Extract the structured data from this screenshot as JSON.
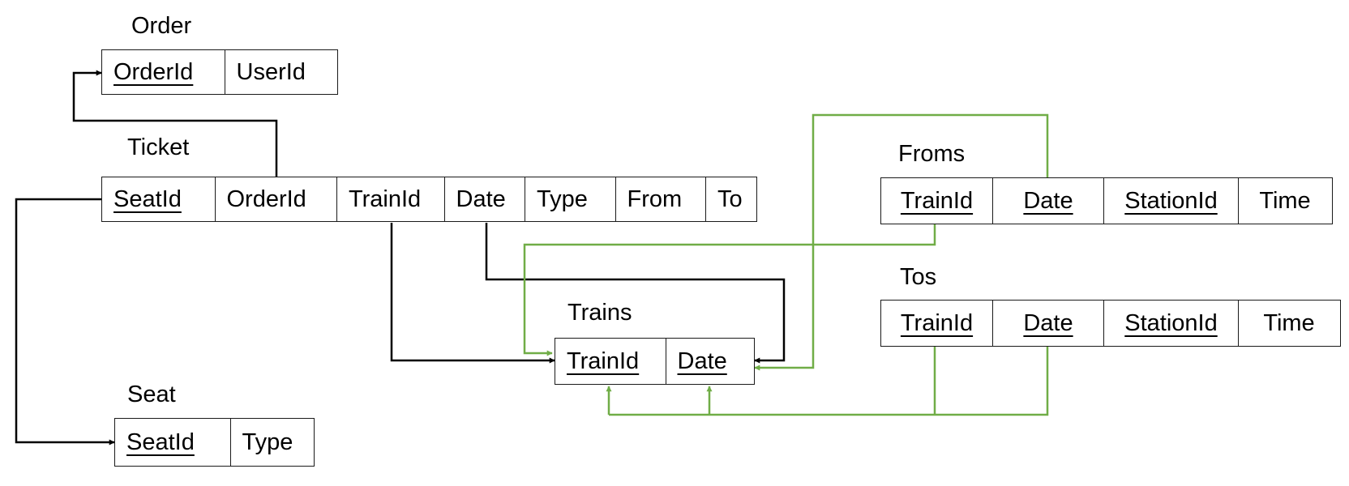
{
  "diagram": {
    "colors": {
      "black_link": "#000000",
      "green_link": "#70ad47"
    },
    "tables": {
      "order": {
        "title": "Order",
        "cols": [
          "OrderId",
          "UserId"
        ]
      },
      "ticket": {
        "title": "Ticket",
        "cols": [
          "SeatId",
          "OrderId",
          "TrainId",
          "Date",
          "Type",
          "From",
          "To"
        ]
      },
      "froms": {
        "title": "Froms",
        "cols": [
          "TrainId",
          "Date",
          "StationId",
          "Time"
        ]
      },
      "tos": {
        "title": "Tos",
        "cols": [
          "TrainId",
          "Date",
          "StationId",
          "Time"
        ]
      },
      "trains": {
        "title": "Trains",
        "cols": [
          "TrainId",
          "Date"
        ]
      },
      "seat": {
        "title": "Seat",
        "cols": [
          "SeatId",
          "Type"
        ]
      }
    }
  }
}
